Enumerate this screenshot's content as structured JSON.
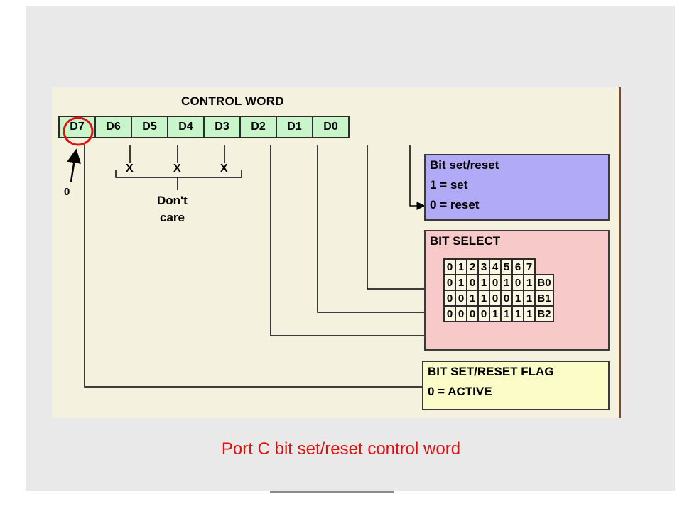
{
  "title": "CONTROL WORD",
  "bits": [
    "D7",
    "D6",
    "D5",
    "D4",
    "D3",
    "D2",
    "D1",
    "D0"
  ],
  "dont_care": {
    "marks": [
      "X",
      "X",
      "X"
    ],
    "label_line1": "Don't",
    "label_line2": "care"
  },
  "d7_value": "0",
  "set_reset_box": {
    "line1": "Bit set/reset",
    "line2": "1 = set",
    "line3": "0 = reset"
  },
  "bit_select": {
    "title": "BIT SELECT",
    "header": [
      "0",
      "1",
      "2",
      "3",
      "4",
      "5",
      "6",
      "7"
    ],
    "rows": [
      {
        "values": [
          "0",
          "1",
          "0",
          "1",
          "0",
          "1",
          "0",
          "1"
        ],
        "label": "B0"
      },
      {
        "values": [
          "0",
          "0",
          "1",
          "1",
          "0",
          "0",
          "1",
          "1"
        ],
        "label": "B1"
      },
      {
        "values": [
          "0",
          "0",
          "0",
          "0",
          "1",
          "1",
          "1",
          "1"
        ],
        "label": "B2"
      }
    ]
  },
  "flag_box": {
    "line1": "BIT SET/RESET FLAG",
    "line2": "0 = ACTIVE"
  },
  "caption": "Port C bit set/reset control word",
  "colors": {
    "bit_cell": "#c9f5cb",
    "set_reset_box": "#b0aaf7",
    "bit_select_box": "#f7c9c9",
    "flag_box": "#fcfcc8",
    "caption": "#e01010",
    "highlight_circle": "#e01010"
  }
}
